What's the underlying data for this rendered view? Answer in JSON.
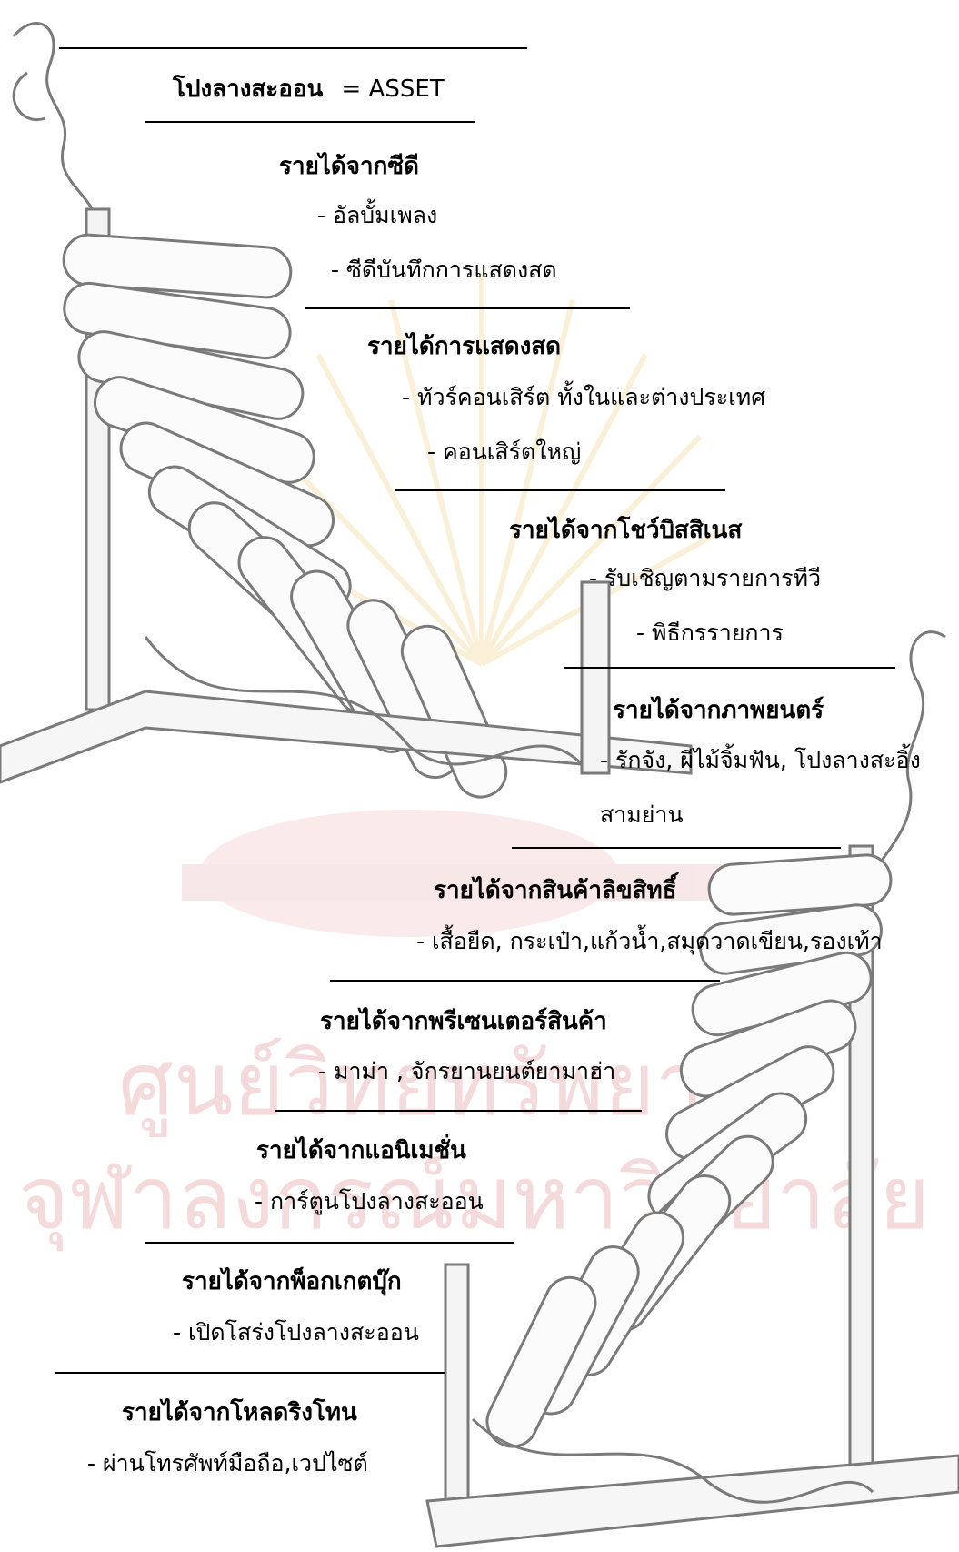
{
  "title": {
    "thai": "โปงลางสะออน",
    "eq": "= ASSET"
  },
  "sections": [
    {
      "heading": "รายได้จากซีดี",
      "items": [
        "- อัลบั้มเพลง",
        "- ซีดีบันทึกการแสดงสด"
      ]
    },
    {
      "heading": "รายได้การแสดงสด",
      "items": [
        "- ทัวร์คอนเสิร์ต ทั้งในและต่างประเทศ",
        "- คอนเสิร์ตใหญ่"
      ]
    },
    {
      "heading": "รายได้จากโชว์บิสสิเนส",
      "items": [
        "- รับเชิญตามรายการทีวี",
        "- พิธีกรรายการ"
      ]
    },
    {
      "heading": "รายได้จากภาพยนตร์",
      "items": [
        "- รักจัง, ผีไม้จิ้มฟัน, โปงลางสะอิ้ง",
        "สามย่าน"
      ]
    },
    {
      "heading": "รายได้จากสินค้าลิขสิทธิ์",
      "items": [
        "- เสื้อยืด, กระเป๋า,แก้วน้ำ,สมุดวาดเขียน,รองเท้า"
      ]
    },
    {
      "heading": "รายได้จากพรีเซนเตอร์สินค้า",
      "items": [
        "- มาม่า , จักรยานยนต์ยามาฮ่า"
      ]
    },
    {
      "heading": "รายได้จากแอนิเมชั่น",
      "items": [
        "- การ์ตูนโปงลางสะออน"
      ]
    },
    {
      "heading": "รายได้จากพ็อกเกตบุ๊ก",
      "items": [
        "- เปิดโสร่งโปงลางสะออน"
      ]
    },
    {
      "heading": "รายได้จากโหลดริงโทน",
      "items": [
        "- ผ่านโทรศัพท์มือถือ,เวปไซต์"
      ]
    }
  ],
  "watermark": {
    "line1": "ศูนย์วิทยทรัพยากร",
    "line2": "จุฬาลงกรณ์มหาวิทยาลัย"
  },
  "colors": {
    "line": "#000000",
    "sketch": "#8a8a8a",
    "watermark_red": "#f3d6d6",
    "watermark_gold": "#f7e7c2"
  }
}
